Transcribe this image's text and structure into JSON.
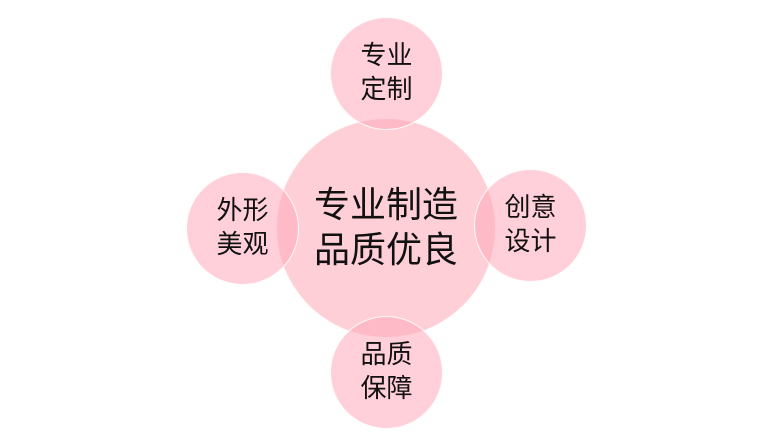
{
  "center": {
    "label": "专业制造\n品质优良"
  },
  "nodes": {
    "top": {
      "label": "专业\n定制"
    },
    "left": {
      "label": "外形\n美观"
    },
    "right": {
      "label": "创意\n设计"
    },
    "bottom": {
      "label": "品质\n保障"
    }
  },
  "colors": {
    "circle_fill": "#ffc0cb",
    "text": "#111111",
    "background": "#ffffff"
  }
}
